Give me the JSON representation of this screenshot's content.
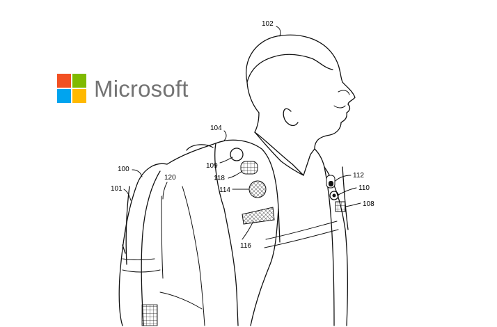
{
  "logo": {
    "wordmark": "Microsoft",
    "tile_colors": [
      "#f25022",
      "#7fba00",
      "#00a4ef",
      "#ffb900"
    ]
  },
  "labels": [
    "102",
    "104",
    "100",
    "101",
    "120",
    "109",
    "118",
    "114",
    "116",
    "112",
    "110",
    "108"
  ],
  "colors": {
    "line": "#111111",
    "wordmark": "#737373",
    "background": "#ffffff"
  }
}
